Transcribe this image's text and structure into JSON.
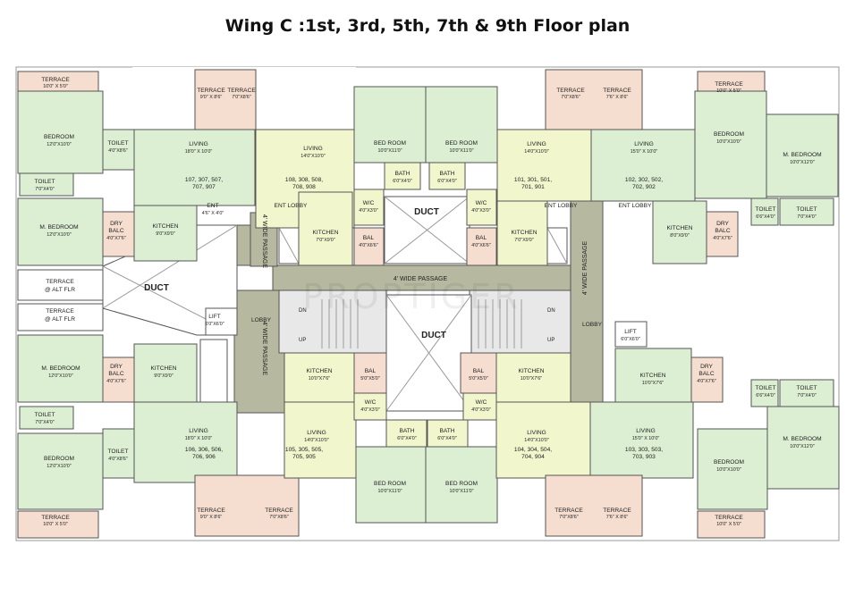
{
  "title": "Wing C :1st, 3rd, 5th, 7th & 9th Floor plan",
  "watermark": "PROPTIGER",
  "colors": {
    "living": "#f2f6cd",
    "bedroom": "#dcefd3",
    "terrace": "#f5ddd0",
    "passage": "#b6b9a0",
    "wall": "#555555"
  },
  "rooms": {
    "terrace": "TERRACE",
    "bedroom": "BEDROOM",
    "mbedroom": "M. BEDROOM",
    "living": "LIVING",
    "kitchen": "KITCHEN",
    "toilet": "TOILET",
    "drybalc1": "DRY",
    "drybalc2": "BALC",
    "bal": "BAL",
    "bath": "BATH",
    "wc": "W/C",
    "ent": "ENT",
    "entlobby": "ENT LOBBY",
    "lift": "LIFT",
    "lobby": "LOBBY",
    "duct": "DUCT",
    "bedroom2": "BED ROOM",
    "upper_altflr": "@ ALT FLR",
    "passage": "4' WIDE PASSAGE",
    "up": "UP",
    "dn": "DN"
  },
  "dims": {
    "t10x5": "10'0\" X 5'0\"",
    "t9x8": "9'0\" X 8'6\"",
    "t7x8": "7'0\"X8'6\"",
    "t7x8b": "7'6\" X 8'6\"",
    "b12x10": "12'0\"X10'0\"",
    "b10x11": "10'0\"X11'0\"",
    "b10x10": "10'0\"X10'0\"",
    "b10x12": "10'0\"X12'0\"",
    "l18x10": "18'0\" X 10'0\"",
    "l14x10": "14'0\"X10'0\"",
    "l15x10": "15'0\" X 10'0\"",
    "k9x9": "9'0\"X9'0\"",
    "k7x9": "7'0\"X9'0\"",
    "k10x7": "10'0\"X7'6\"",
    "k8x9": "8'0\"X9'0\"",
    "t4x8": "4'0\"X8'6\"",
    "t7x4": "7'0\"X4'0\"",
    "t6x4": "6'6\"X4'0\"",
    "d4x7": "4'0\"X7'6\"",
    "bath6x4": "6'0\"X4'0\"",
    "wc4x3": "4'0\"X3'0\"",
    "bal4x6": "4'0\"X6'6\"",
    "bal5x5": "5'0\"X5'0\"",
    "ent4x4": "4'6\" X 4'0\"",
    "lift6x6": "6'0\"X6'0\""
  },
  "flats": {
    "f107": "107, 307, 507,",
    "f107b": "707, 907",
    "f108": "108, 308, 508,",
    "f108b": "708, 908",
    "f101": "101, 301, 501,",
    "f101b": "701, 901",
    "f102": "102, 302, 502,",
    "f102b": "702, 902",
    "f106": "106, 306, 506,",
    "f106b": "706, 906",
    "f105": "105, 305, 505,",
    "f105b": "705, 905",
    "f104": "104, 304, 504,",
    "f104b": "704, 904",
    "f103": "103, 303, 503,",
    "f103b": "703, 903"
  }
}
